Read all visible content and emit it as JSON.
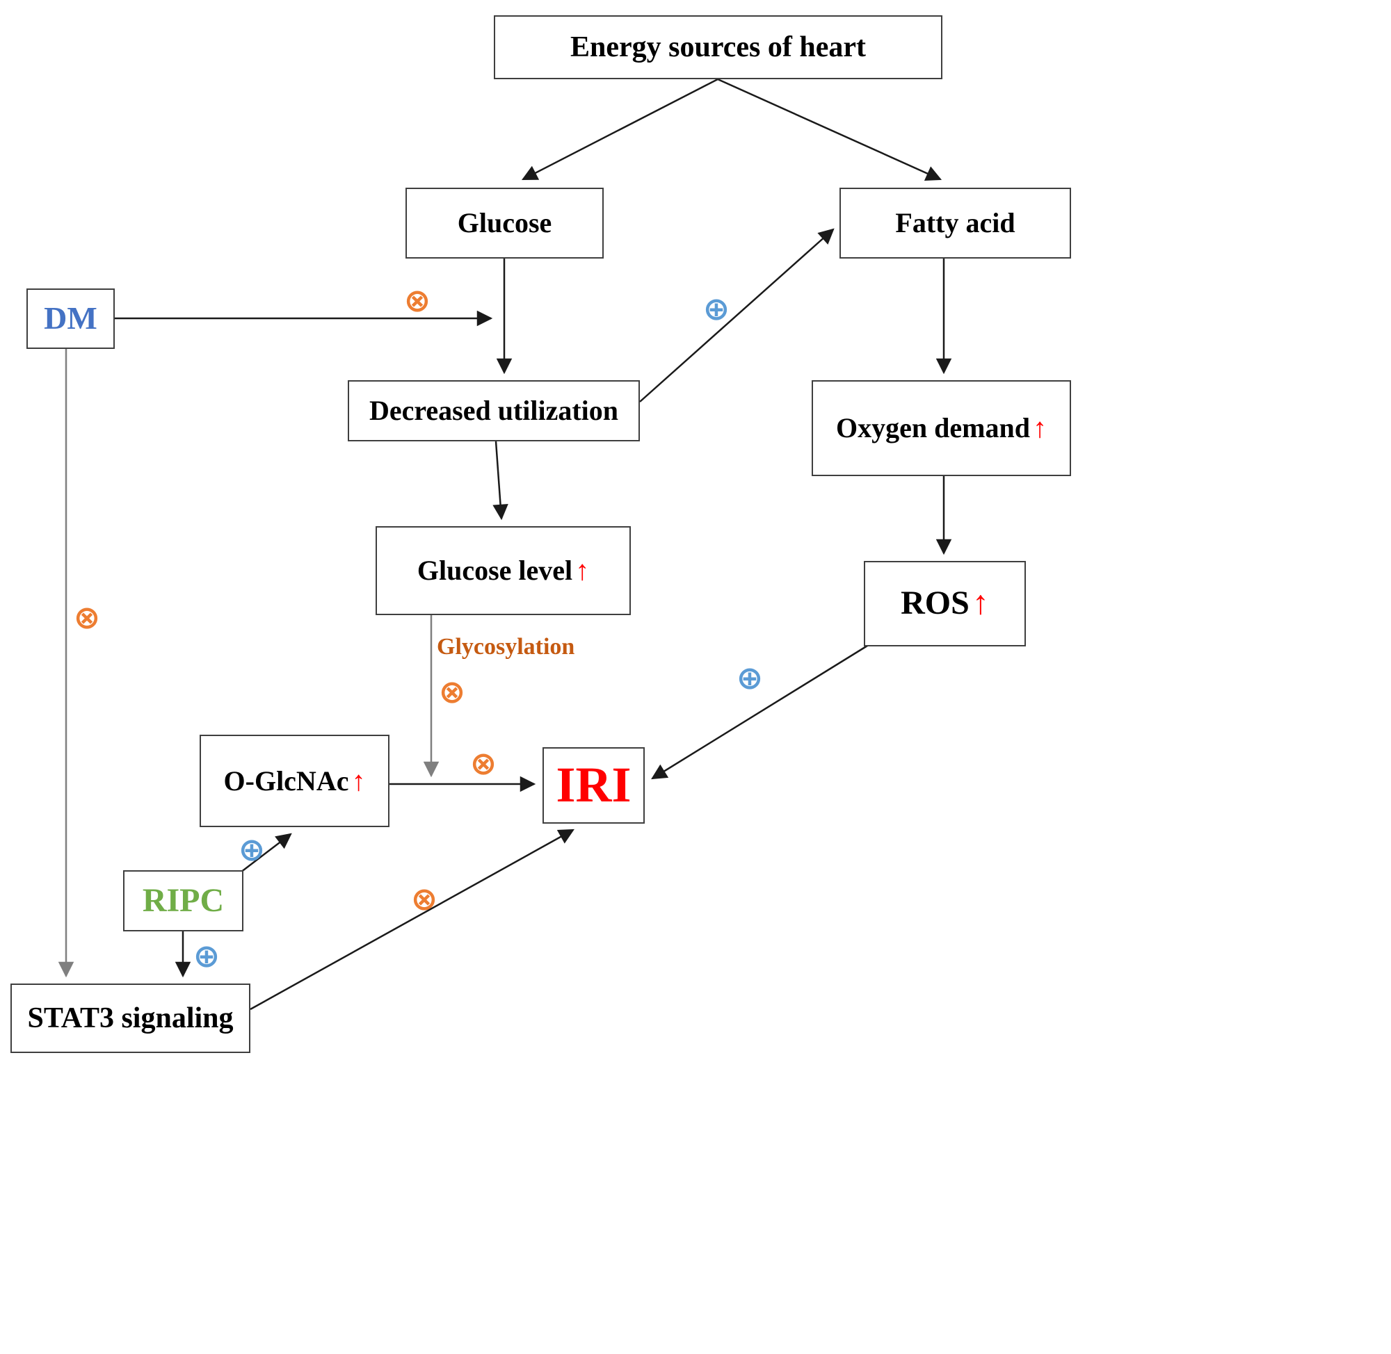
{
  "diagram": {
    "title": "Energy sources of heart pathway diagram",
    "nodes": {
      "energy": {
        "label": "Energy sources of heart"
      },
      "glucose": {
        "label": "Glucose"
      },
      "fatty_acid": {
        "label": "Fatty acid"
      },
      "dm": {
        "label": "DM",
        "color": "#4472C4"
      },
      "decreased": {
        "label": "Decreased utilization"
      },
      "oxygen": {
        "label": "Oxygen demand",
        "suffix": "↑"
      },
      "glucose_level": {
        "label": "Glucose level",
        "suffix": "↑"
      },
      "ros": {
        "label": "ROS",
        "suffix": "↑"
      },
      "oglcnac": {
        "label": "O-GlcNAc",
        "suffix": "↑"
      },
      "iri": {
        "label": "IRI",
        "color": "#FF0000"
      },
      "ripc": {
        "label": "RIPC",
        "color": "#70AD47"
      },
      "stat3": {
        "label": "STAT3 signaling"
      }
    },
    "annotations": {
      "glycosylation": "Glycosylation"
    },
    "symbols": {
      "inhibit": "⊗",
      "promote": "⊕"
    },
    "colors": {
      "inhibit_symbol": "#ED7D31",
      "promote_symbol": "#5B9BD5",
      "up_arrow": "#FF0000",
      "glycosylation_label": "#C55A11",
      "dm_text": "#4472C4",
      "ripc_text": "#70AD47",
      "iri_text": "#FF0000",
      "box_border": "#3f3f3f",
      "arrow_black": "#1a1a1a",
      "arrow_gray": "#7f7f7f"
    }
  }
}
